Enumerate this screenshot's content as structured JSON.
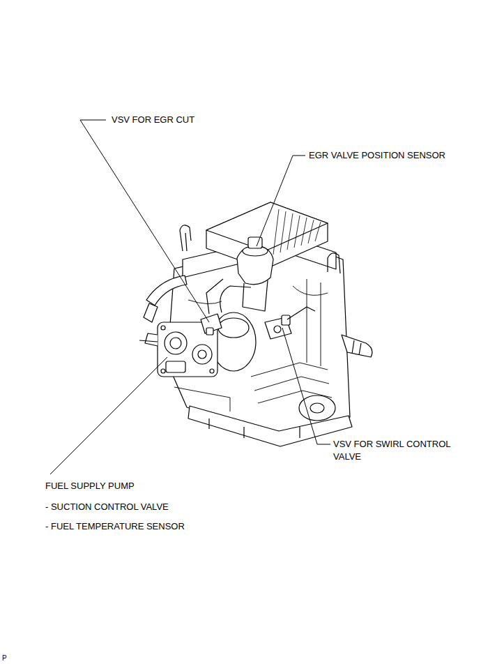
{
  "diagram": {
    "labels": [
      "VSV FOR EGR CUT",
      "EGR VALVE POSITION SENSOR",
      "VSV FOR SWIRL CONTROL VALVE",
      "FUEL SUPPLY PUMP",
      "- SUCTION CONTROL VALVE",
      "- FUEL TEMPERATURE SENSOR",
      "P"
    ]
  }
}
